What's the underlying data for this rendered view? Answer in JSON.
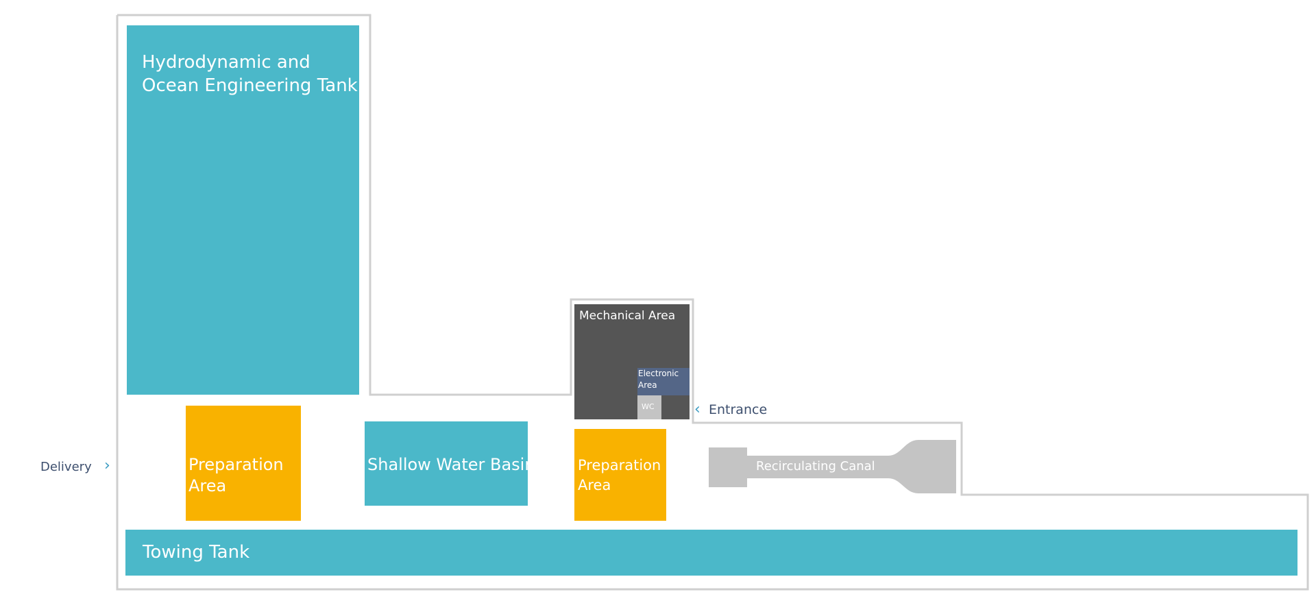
{
  "rooms": {
    "hydrodynamic_tank": {
      "label_line1": "Hydrodynamic and",
      "label_line2": "Ocean Engineering Tank"
    },
    "preparation_area_left": {
      "label_line1": "Preparation",
      "label_line2": "Area"
    },
    "shallow_water_basin": {
      "label": "Shallow Water Basin"
    },
    "mechanical_area": {
      "label": "Mechanical Area"
    },
    "electronic_area": {
      "label_line1": "Electronic",
      "label_line2": "Area"
    },
    "wc": {
      "label": "WC"
    },
    "preparation_area_right": {
      "label_line1": "Preparation",
      "label_line2": "Area"
    },
    "recirculating_canal": {
      "label": "Recirculating Canal"
    },
    "towing_tank": {
      "label": "Towing Tank"
    }
  },
  "markers": {
    "delivery": {
      "label": "Delivery",
      "icon": "chevron-right-icon"
    },
    "entrance": {
      "label": "Entrance",
      "icon": "chevron-left-icon"
    }
  },
  "colors": {
    "teal": "#4bb8c9",
    "orange": "#f9b200",
    "dark_grey": "#555555",
    "slate": "#546687",
    "light_grey": "#c4c4c4",
    "outline": "#cfcfcf",
    "marker_text": "#3d4f6e",
    "marker_chevron": "#3a9bc2"
  }
}
